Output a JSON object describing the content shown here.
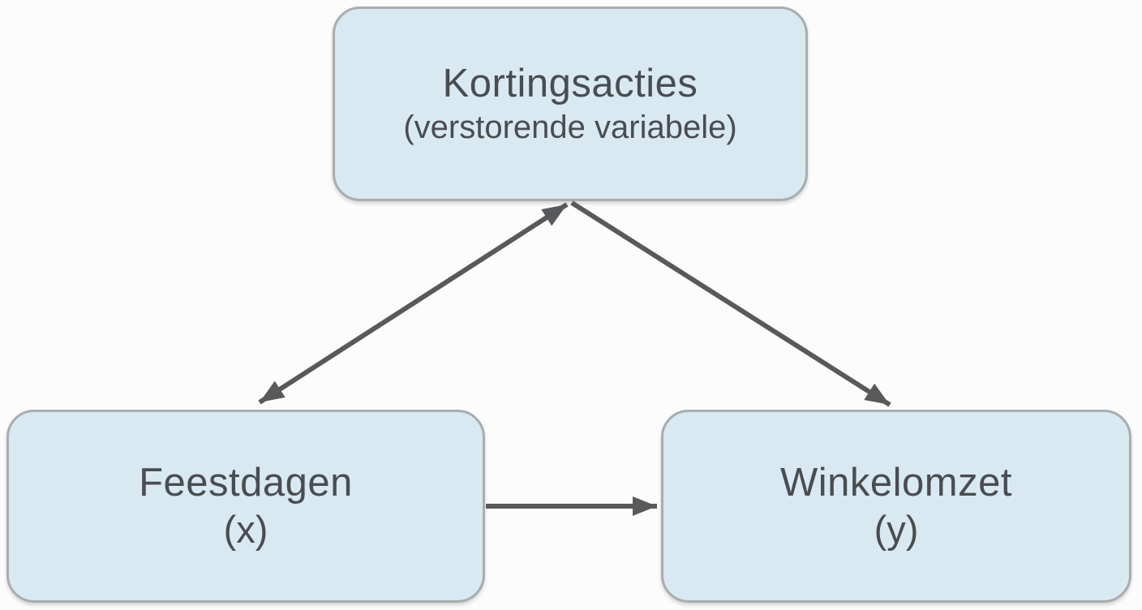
{
  "diagram": {
    "type": "causal-diagram",
    "nodes": {
      "confounder": {
        "title": "Kortingsacties",
        "subtitle": "(verstorende variabele)"
      },
      "x": {
        "title": "Feestdagen",
        "subtitle": "(x)"
      },
      "y": {
        "title": "Winkelomzet",
        "subtitle": "(y)"
      }
    },
    "edges": [
      {
        "name": "confounder-x",
        "from": "Kortingsacties",
        "to": "Feestdagen",
        "arrows": "both"
      },
      {
        "name": "confounder-y",
        "from": "Kortingsacties",
        "to": "Winkelomzet",
        "arrows": "to"
      },
      {
        "name": "x-y",
        "from": "Feestdagen",
        "to": "Winkelomzet",
        "arrows": "to"
      }
    ],
    "colors": {
      "background": "#fcfcfc",
      "node_fill": "#d9e9f2",
      "node_border": "#a8adaf",
      "text": "#494d50",
      "arrow": "#58595b"
    }
  }
}
